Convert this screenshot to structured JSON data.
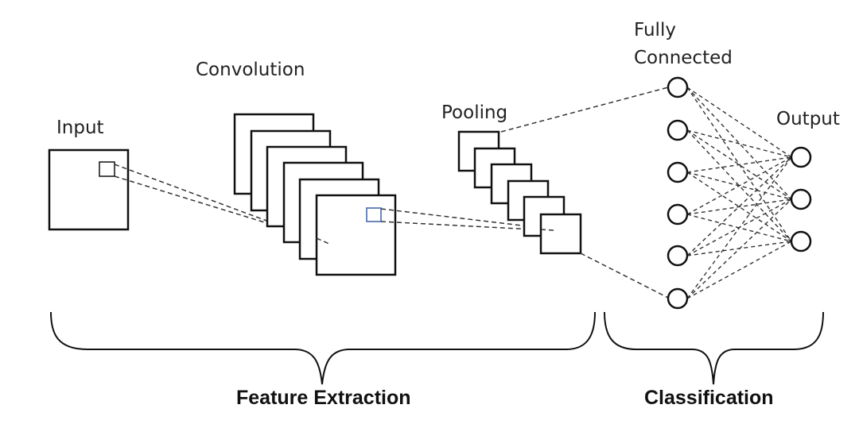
{
  "labels": {
    "input": "Input",
    "convolution": "Convolution",
    "pooling": "Pooling",
    "fully_connected_line1": "Fully",
    "fully_connected_line2": "Connected",
    "output": "Output"
  },
  "sections": {
    "feature_extraction": "Feature Extraction",
    "classification": "Classification"
  },
  "colors": {
    "stroke": "#111111",
    "dashed": "#333333",
    "receptive_field": "#5a7ab5"
  },
  "network": {
    "fully_connected_nodes": 6,
    "output_nodes": 3,
    "convolution_maps": 6,
    "pooling_maps": 6
  }
}
